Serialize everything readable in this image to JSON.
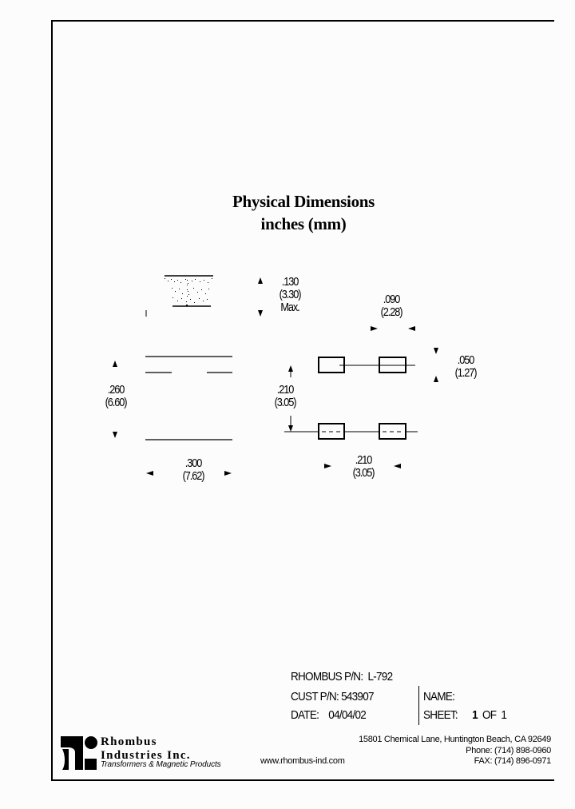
{
  "title": {
    "line1": "Physical Dimensions",
    "line2": "inches (mm)"
  },
  "side_view": {
    "height_in": ".130",
    "height_mm": "(3.30)",
    "height_note": "Max."
  },
  "top_view": {
    "height_in": ".260",
    "height_mm": "(6.60)",
    "width_in": ".300",
    "width_mm": "(7.62)"
  },
  "footprint": {
    "pad_gap_in": ".090",
    "pad_gap_mm": "(2.28)",
    "pad_height_in": ".050",
    "pad_height_mm": "(1.27)",
    "row_spacing_in": ".210",
    "row_spacing_mm": "(3.05)",
    "pitch_in": ".210",
    "pitch_mm": "(3.05)"
  },
  "title_block": {
    "rhombus_pn_label": "RHOMBUS P/N:",
    "rhombus_pn_value": "L-792",
    "cust_pn_label": "CUST P/N:",
    "cust_pn_value": "543907",
    "date_label": "DATE:",
    "date_value": "04/04/02",
    "name_label": "NAME:",
    "sheet_label": "SHEET:",
    "sheet_num": "1",
    "sheet_of": "OF",
    "sheet_total": "1"
  },
  "company": {
    "name_line1": "Rhombus",
    "name_line2": "Industries Inc.",
    "tagline": "Transformers & Magnetic Products",
    "website": "www.rhombus-ind.com",
    "address": "15801 Chemical Lane, Huntington Beach, CA 92649",
    "phone": "Phone:  (714) 898-0960",
    "fax": "FAX:  (714) 896-0971"
  }
}
